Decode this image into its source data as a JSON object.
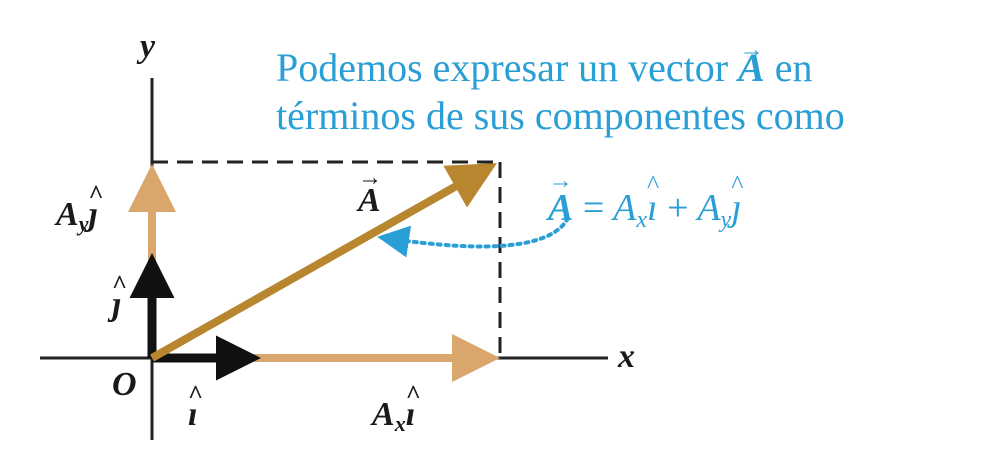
{
  "axes": {
    "x_label": "x",
    "y_label": "y",
    "origin_label": "O"
  },
  "caption": {
    "line1_before_vector": "Podemos expresar un vector",
    "vector_symbol": "A",
    "line1_after_vector": "en",
    "line2": "términos de sus componentes como"
  },
  "equation": {
    "lhs": "A",
    "equals": "=",
    "term1_coef": "A",
    "term1_sub": "x",
    "term1_unit": "ı",
    "plus": "+",
    "term2_coef": "A",
    "term2_sub": "y",
    "term2_unit": "ȷ"
  },
  "labels": {
    "vector_A": "A",
    "ay_coef": "A",
    "ay_sub": "y",
    "ay_unit": "ȷ",
    "ax_coef": "A",
    "ax_sub": "x",
    "ax_unit": "ı",
    "unit_i": "ı",
    "unit_j": "ȷ",
    "vec_arrow": "→",
    "hat_mark": "^"
  },
  "colors": {
    "vector": "#b8862f",
    "component": "#d9a66c",
    "unit_vector": "#111111",
    "caption_text": "#2a9fd6",
    "axis": "#222222"
  }
}
